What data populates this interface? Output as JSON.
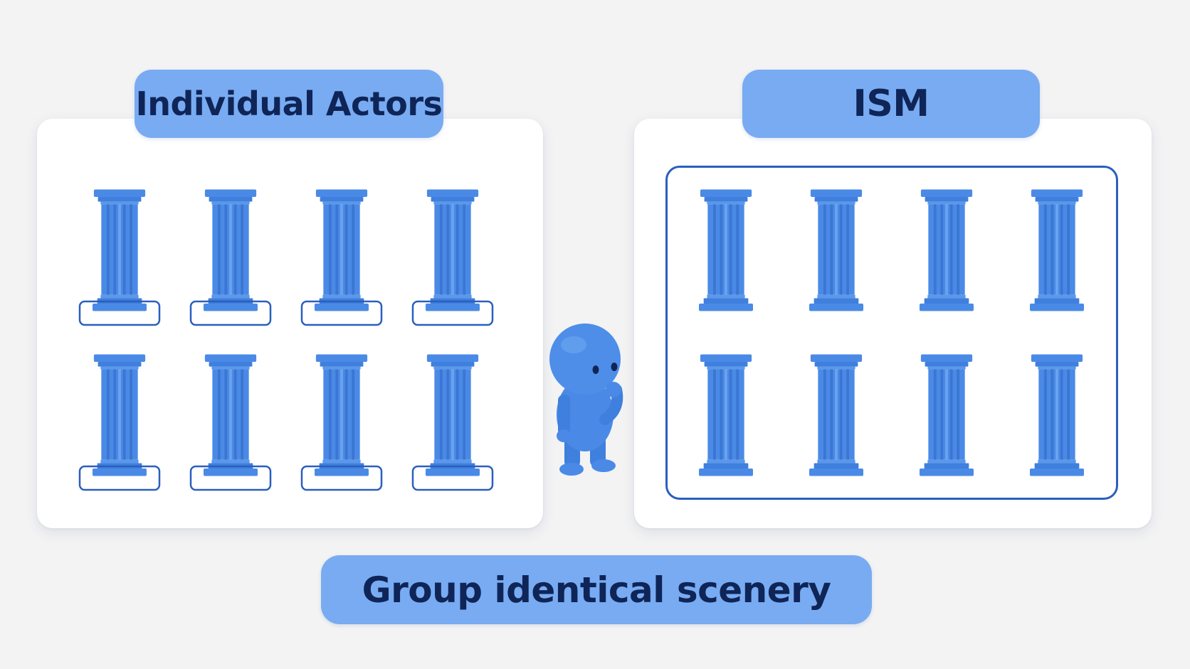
{
  "labels": {
    "individual_actors": "Individual Actors",
    "ism": "ISM",
    "caption": "Group identical scenery"
  },
  "colors": {
    "background": "#f3f3f4",
    "panel": "#ffffff",
    "label_fill": "#78abf2",
    "label_text": "#0f2557",
    "pillar": "#4a8ae6",
    "outline": "#2a5fbe"
  },
  "left_panel": {
    "rows": 2,
    "columns": 4,
    "pillar_icon": "column-pillar-icon",
    "each_pillar_outlined": true
  },
  "right_panel": {
    "rows": 2,
    "columns": 4,
    "pillar_icon": "column-pillar-icon",
    "single_group_outline": true
  },
  "mascot_icon": "thinking-character-icon"
}
